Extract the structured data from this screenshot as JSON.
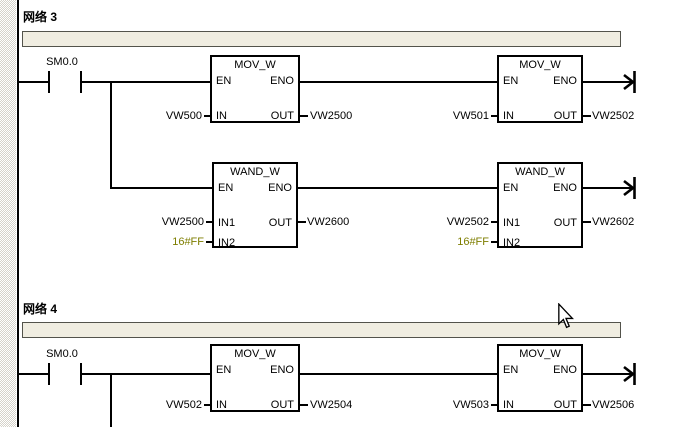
{
  "colors": {
    "wire": "#000000",
    "constant_operand": "#7e7e00",
    "comment_bar_fill": "#f0ede1",
    "comment_bar_border": "#53534b",
    "margin_checker": "#d6d3ca"
  },
  "icons": {
    "rung_end": "open-wire-arrow",
    "pointer": "arrow-cursor"
  },
  "networks": [
    {
      "title": "网络 3",
      "comment": "",
      "contact": {
        "label": "SM0.0"
      },
      "rung1": {
        "blocks": [
          {
            "title": "MOV_W",
            "en": "EN",
            "eno": "ENO",
            "in": "IN",
            "out": "OUT",
            "in_value": "VW500",
            "out_value": "VW2500"
          },
          {
            "title": "MOV_W",
            "en": "EN",
            "eno": "ENO",
            "in": "IN",
            "out": "OUT",
            "in_value": "VW501",
            "out_value": "VW2502"
          }
        ]
      },
      "rung2": {
        "blocks": [
          {
            "title": "WAND_W",
            "en": "EN",
            "eno": "ENO",
            "in1": "IN1",
            "in2": "IN2",
            "out": "OUT",
            "in1_value": "VW2500",
            "in2_value": "16#FF",
            "out_value": "VW2600"
          },
          {
            "title": "WAND_W",
            "en": "EN",
            "eno": "ENO",
            "in1": "IN1",
            "in2": "IN2",
            "out": "OUT",
            "in1_value": "VW2502",
            "in2_value": "16#FF",
            "out_value": "VW2602"
          }
        ]
      }
    },
    {
      "title": "网络 4",
      "comment": "",
      "contact": {
        "label": "SM0.0"
      },
      "rung1": {
        "blocks": [
          {
            "title": "MOV_W",
            "en": "EN",
            "eno": "ENO",
            "in": "IN",
            "out": "OUT",
            "in_value": "VW502",
            "out_value": "VW2504"
          },
          {
            "title": "MOV_W",
            "en": "EN",
            "eno": "ENO",
            "in": "IN",
            "out": "OUT",
            "in_value": "VW503",
            "out_value": "VW2506"
          }
        ]
      }
    }
  ]
}
